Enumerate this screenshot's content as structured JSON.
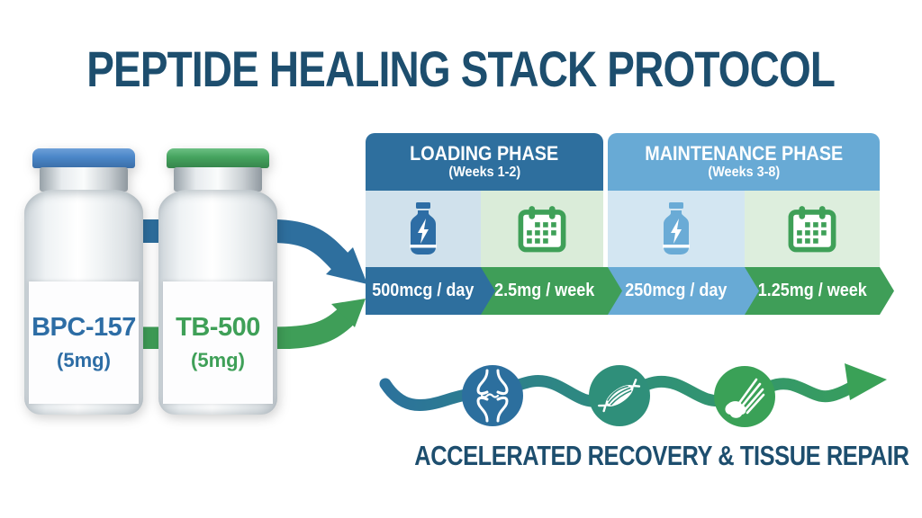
{
  "title": "PEPTIDE HEALING STACK PROTOCOL",
  "vials": [
    {
      "name": "BPC-157",
      "dose": "(5mg)",
      "cap_color": "#4a86c8",
      "text_color": "#2d6da5"
    },
    {
      "name": "TB-500",
      "dose": "(5mg)",
      "cap_color": "#45a35e",
      "text_color": "#3fa058"
    }
  ],
  "phases": [
    {
      "title": "LOADING PHASE",
      "subtitle": "(Weeks 1-2)",
      "columns": [
        {
          "icon": "vial-bolt-icon",
          "dose": "500mcg / day"
        },
        {
          "icon": "calendar-icon",
          "dose": "2.5mg / week"
        }
      ]
    },
    {
      "title": "MAINTENANCE PHASE",
      "subtitle": "(Weeks 3-8)",
      "columns": [
        {
          "icon": "vial-bolt-icon",
          "dose": "250mcg / day"
        },
        {
          "icon": "calendar-icon",
          "dose": "1.25mg / week"
        }
      ]
    }
  ],
  "outcome": {
    "label": "ACCELERATED RECOVERY & TISSUE REPAIR",
    "icons": [
      "joint-icon",
      "muscle-icon",
      "tendon-icon"
    ]
  },
  "colors": {
    "title_navy": "#1d4e6e",
    "loading_blue": "#2e6f9e",
    "maintenance_blue": "#68aad5",
    "green": "#3f9e58",
    "loading_cell_blue": "#d0e1ec",
    "loading_cell_green": "#daecd9",
    "maintenance_cell_blue": "#d3e6f2",
    "maintenance_cell_green": "#ddeedd",
    "bpc_text_blue": "#2d6da5",
    "tb_text_green": "#3fa058",
    "teal_mid": "#2f8f7a"
  }
}
